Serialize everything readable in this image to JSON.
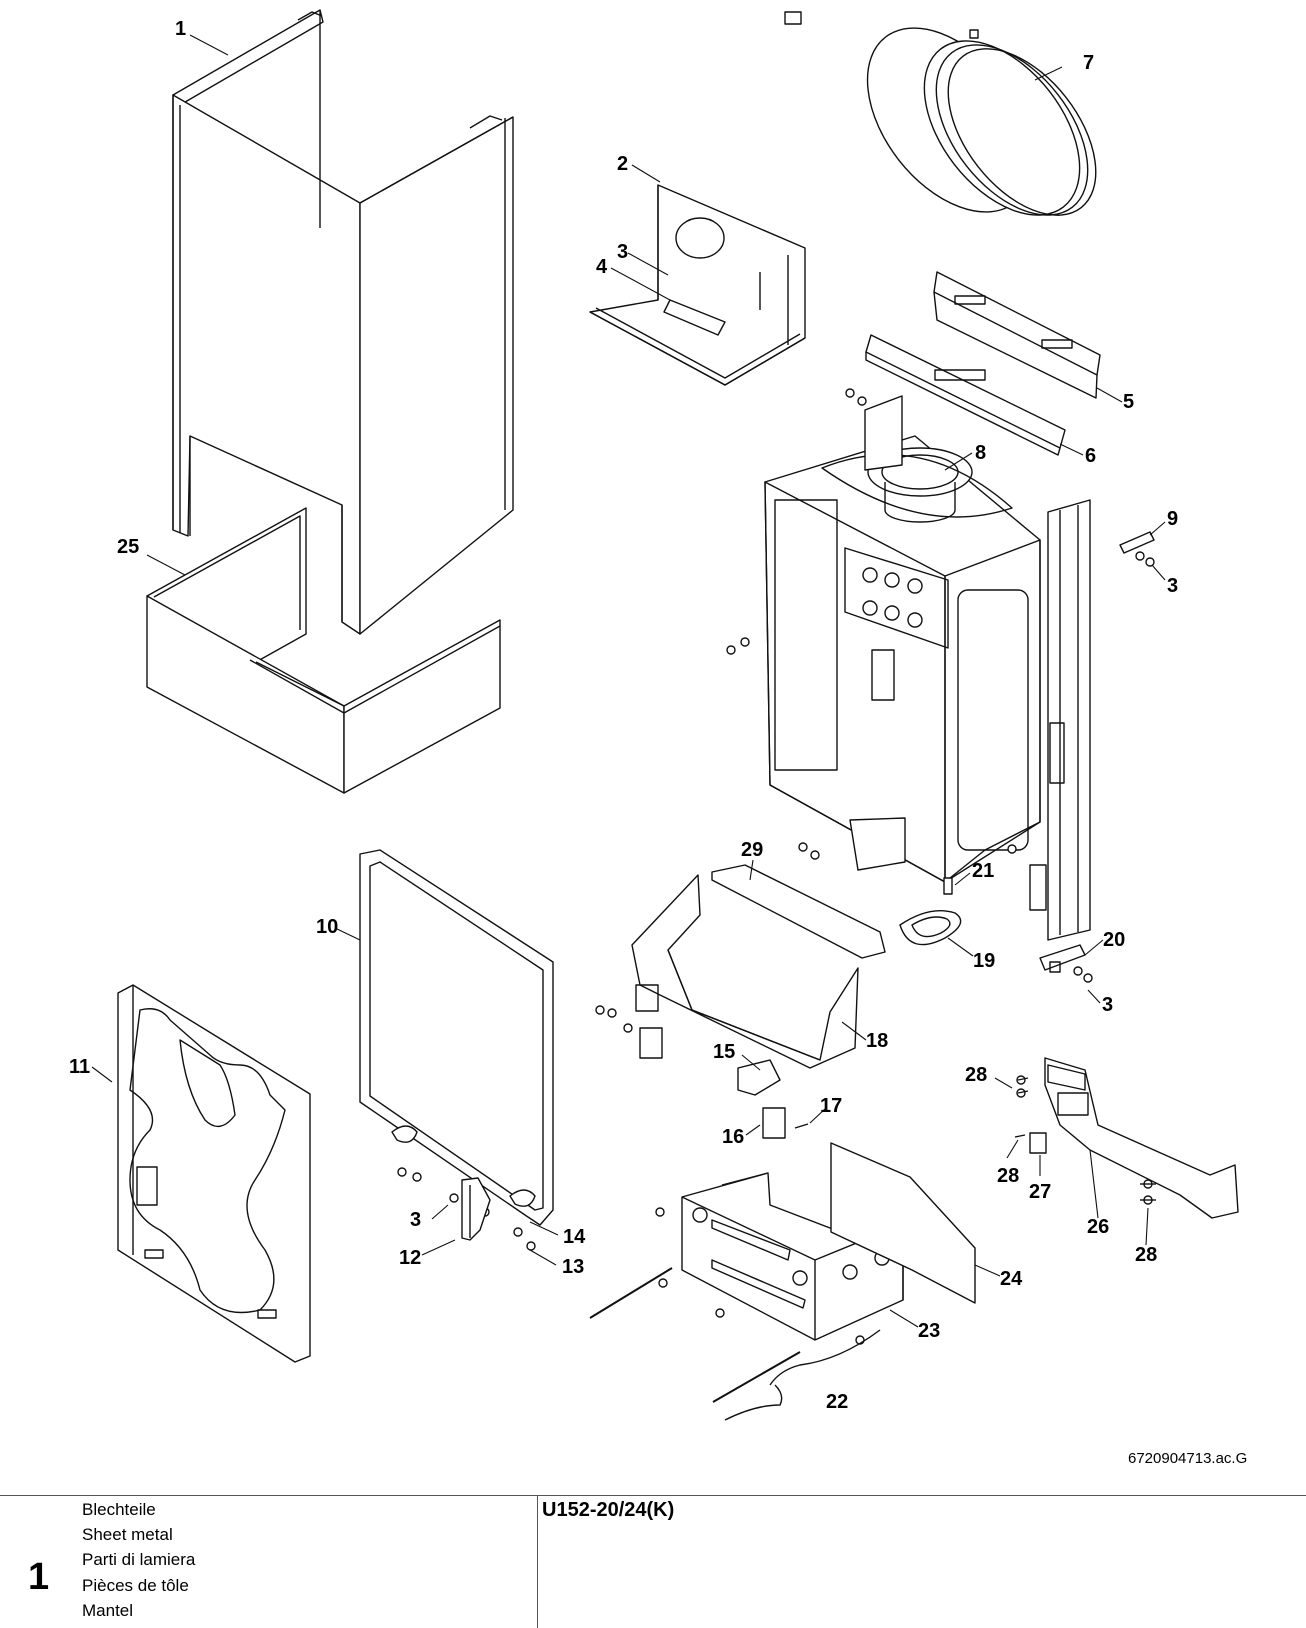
{
  "diagram": {
    "callouts": [
      {
        "id": "c1",
        "text": "1"
      },
      {
        "id": "c2",
        "text": "2"
      },
      {
        "id": "c3a",
        "text": "3"
      },
      {
        "id": "c4",
        "text": "4"
      },
      {
        "id": "c5",
        "text": "5"
      },
      {
        "id": "c6",
        "text": "6"
      },
      {
        "id": "c7",
        "text": "7"
      },
      {
        "id": "c8",
        "text": "8"
      },
      {
        "id": "c9",
        "text": "9"
      },
      {
        "id": "c3b",
        "text": "3"
      },
      {
        "id": "c25",
        "text": "25"
      },
      {
        "id": "c29",
        "text": "29"
      },
      {
        "id": "c21",
        "text": "21"
      },
      {
        "id": "c10",
        "text": "10"
      },
      {
        "id": "c19",
        "text": "19"
      },
      {
        "id": "c20",
        "text": "20"
      },
      {
        "id": "c3c",
        "text": "3"
      },
      {
        "id": "c18",
        "text": "18"
      },
      {
        "id": "c15",
        "text": "15"
      },
      {
        "id": "c11",
        "text": "11"
      },
      {
        "id": "c28a",
        "text": "28"
      },
      {
        "id": "c17",
        "text": "17"
      },
      {
        "id": "c16",
        "text": "16"
      },
      {
        "id": "c28b",
        "text": "28"
      },
      {
        "id": "c27",
        "text": "27"
      },
      {
        "id": "c3d",
        "text": "3"
      },
      {
        "id": "c14",
        "text": "14"
      },
      {
        "id": "c26",
        "text": "26"
      },
      {
        "id": "c12",
        "text": "12"
      },
      {
        "id": "c13",
        "text": "13"
      },
      {
        "id": "c28c",
        "text": "28"
      },
      {
        "id": "c24",
        "text": "24"
      },
      {
        "id": "c23",
        "text": "23"
      },
      {
        "id": "c22",
        "text": "22"
      }
    ],
    "reference_code": "6720904713.ac.G"
  },
  "footer": {
    "section_number": "1",
    "part_names": [
      "Blechteile",
      "Sheet metal",
      "Parti di lamiera",
      "Pièces de tôle",
      "Mantel"
    ],
    "model": "U152-20/24(K)"
  }
}
